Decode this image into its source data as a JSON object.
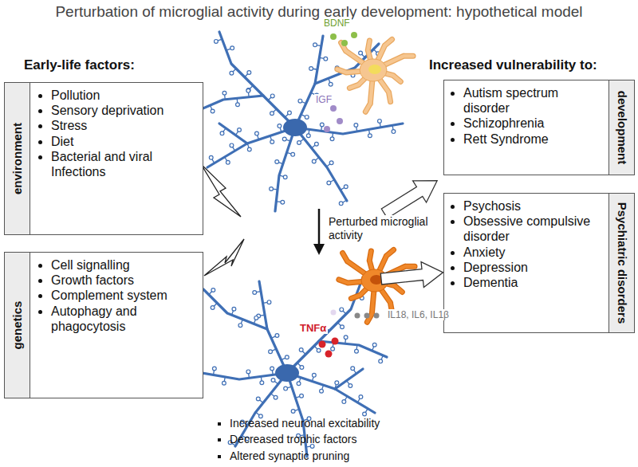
{
  "diagram": {
    "title": "Perturbation of microglial activity during early development: hypothetical model",
    "nodes": [
      {
        "text": [
          "environment",
          "Pollution",
          "Sensory deprivation",
          "Stress",
          "Diet",
          "Bacterial and viral Infections"
        ]
      },
      {
        "text": [
          "genetics",
          "Cell signalling",
          "Growth factors",
          "Complement system",
          "Autophagy and phagocytosis"
        ]
      },
      {
        "text": [
          "Autism spectrum disorder",
          "Schizophrenia",
          "Rett Syndrome",
          "development"
        ]
      },
      {
        "text": [
          "Psychosis",
          "Obsessive compulsive disorder",
          "Anxiety",
          "Depression",
          "Dementia",
          "Psychiatric disorders"
        ]
      }
    ],
    "labels": [
      "Early-life factors:",
      "Increased vulnerability to:",
      "BDNF",
      "IGF",
      "Perturbed microglial activity",
      "TNFα",
      "IL18, IL6, IL1β",
      "Increased neuronal excitability",
      "Decreased trophic factors",
      "Altered synaptic pruning"
    ]
  }
}
